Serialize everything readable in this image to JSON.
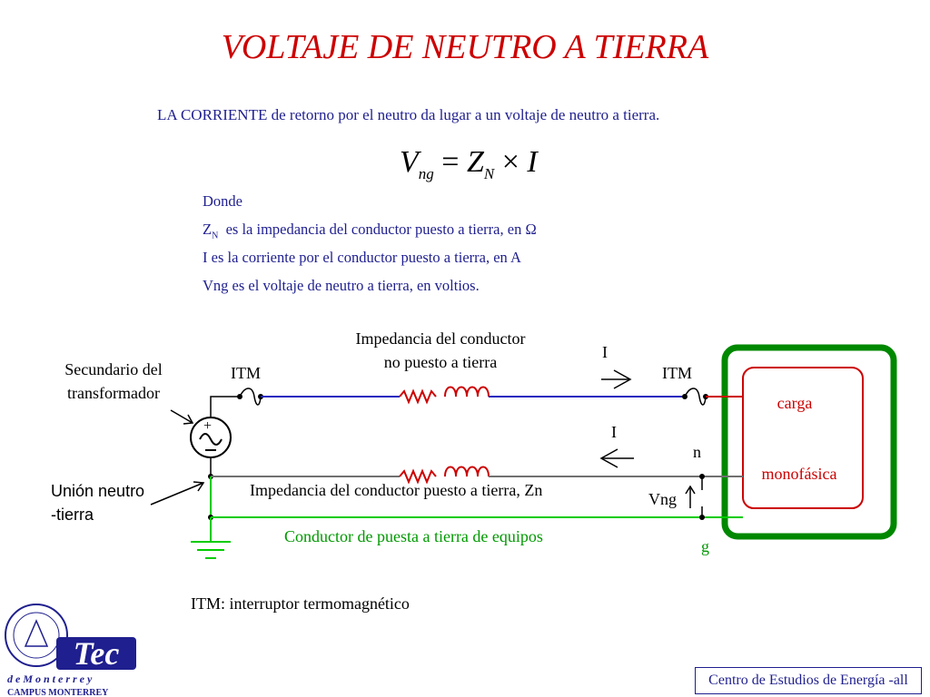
{
  "title": "VOLTAJE DE NEUTRO A TIERRA",
  "intro": "LA CORRIENTE de retorno por el neutro da lugar a un voltaje de neutro a tierra.",
  "formula": {
    "lhs": "V",
    "lhs_sub": "ng",
    "equals": "=",
    "z": "Z",
    "z_sub": "N",
    "times": "×",
    "i": "I"
  },
  "definitions": {
    "donde": "Donde",
    "zn_symbol": "Z",
    "zn_sub": "N",
    "zn_text": "es la impedancia del conductor puesto a tierra, en Ω",
    "i_text": "I es la corriente por el conductor puesto a tierra, en A",
    "vng_text": "Vng es el voltaje de neutro a tierra, en voltios."
  },
  "diagram": {
    "impedance_top_line1": "Impedancia del conductor",
    "impedance_top_line2": "no puesto a tierra",
    "secundario_line1": "Secundario del",
    "secundario_line2": "transformador",
    "itm_left": "ITM",
    "itm_right": "ITM",
    "current_top": "I",
    "current_bottom": "I",
    "carga": "carga",
    "monofasica": "monofásica",
    "n": "n",
    "vng": "Vng",
    "g": "g",
    "union_line1": "Unión neutro",
    "union_line2": "-tierra",
    "impedance_bottom": "Impedancia del conductor puesto a tierra, Zn",
    "ground_conductor": "Conductor de puesta a tierra de equipos",
    "itm_note": "ITM:  interruptor termomagnético",
    "colors": {
      "phase": "#2020c0",
      "neutral": "#606060",
      "ground": "#00cc00",
      "load_frame": "#008800",
      "load_box": "#cc0000",
      "coil": "#cc0000"
    }
  },
  "logo": {
    "tec": "Tec",
    "de_monterrey": "d e   M o n t e r r e y",
    "campus": "CAMPUS MONTERREY"
  },
  "footer": "Centro de Estudios de Energía -all"
}
